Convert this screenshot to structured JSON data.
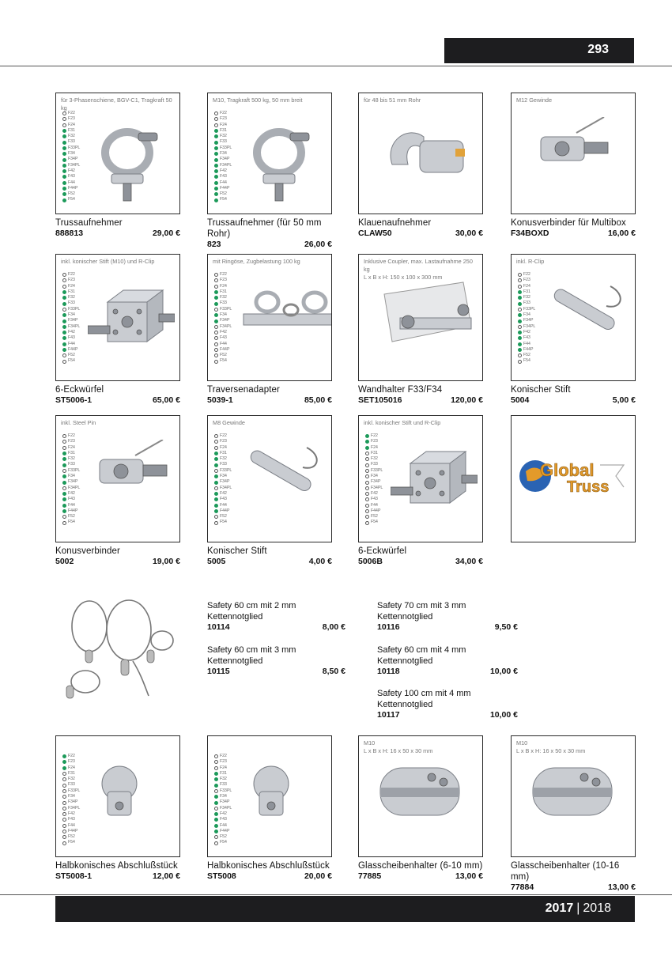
{
  "page_number": "293",
  "footer": {
    "year_primary": "2017",
    "separator": "|",
    "year_secondary": "2018"
  },
  "brand": {
    "line1": "Global",
    "line2": "Truss"
  },
  "colors": {
    "compat_dot": "#1d9a5a",
    "bar": "#1d1d1f"
  },
  "products": [
    {
      "note": "für 3-Phasenschiene, BGV-C1, Tragkraft 50 kg",
      "name": "Trussaufnehmer",
      "code": "888813",
      "price": "29,00 €",
      "compat": [
        [
          "F22",
          false
        ],
        [
          "F23",
          false
        ],
        [
          "F24",
          false
        ],
        [
          "F31",
          true
        ],
        [
          "F32",
          true
        ],
        [
          "F33",
          true
        ],
        [
          "F33PL",
          true
        ],
        [
          "F34",
          true
        ],
        [
          "F34P",
          true
        ],
        [
          "F34PL",
          true
        ],
        [
          "F42",
          true
        ],
        [
          "F43",
          true
        ],
        [
          "F44",
          true
        ],
        [
          "F44P",
          true
        ],
        [
          "F52",
          true
        ],
        [
          "F54",
          true
        ]
      ]
    },
    {
      "note": "M10, Tragkraft 500 kg, 50 mm breit",
      "name": "Trussaufnehmer (für 50 mm Rohr)",
      "code": "823",
      "price": "26,00 €",
      "compat": [
        [
          "F22",
          false
        ],
        [
          "F23",
          false
        ],
        [
          "F24",
          false
        ],
        [
          "F31",
          true
        ],
        [
          "F32",
          true
        ],
        [
          "F33",
          true
        ],
        [
          "F33PL",
          true
        ],
        [
          "F34",
          true
        ],
        [
          "F34P",
          true
        ],
        [
          "F34PL",
          true
        ],
        [
          "F42",
          true
        ],
        [
          "F43",
          true
        ],
        [
          "F44",
          true
        ],
        [
          "F44P",
          true
        ],
        [
          "F52",
          true
        ],
        [
          "F54",
          true
        ]
      ]
    },
    {
      "note": "für 48 bis 51 mm Rohr",
      "name": "Klauenaufnehmer",
      "code": "CLAW50",
      "price": "30,00 €",
      "compat": []
    },
    {
      "note": "M12 Gewinde",
      "name": "Konusverbinder für Multibox",
      "code": "F34BOXD",
      "price": "16,00 €",
      "compat": []
    },
    {
      "note": "inkl. konischer Stift (M10) und R-Clip",
      "name": "6-Eckwürfel",
      "code": "ST5006-1",
      "price": "65,00 €",
      "compat": [
        [
          "F22",
          false
        ],
        [
          "F23",
          false
        ],
        [
          "F24",
          false
        ],
        [
          "F31",
          true
        ],
        [
          "F32",
          true
        ],
        [
          "F33",
          true
        ],
        [
          "F33PL",
          false
        ],
        [
          "F34",
          true
        ],
        [
          "F34P",
          true
        ],
        [
          "F34PL",
          true
        ],
        [
          "F42",
          true
        ],
        [
          "F43",
          true
        ],
        [
          "F44",
          true
        ],
        [
          "F44P",
          true
        ],
        [
          "F52",
          false
        ],
        [
          "F54",
          false
        ]
      ]
    },
    {
      "note": "mit Ringöse, Zugbelastung 100 kg",
      "name": "Traversenadapter",
      "code": "5039-1",
      "price": "85,00 €",
      "compat": [
        [
          "F22",
          false
        ],
        [
          "F23",
          false
        ],
        [
          "F24",
          false
        ],
        [
          "F31",
          true
        ],
        [
          "F32",
          true
        ],
        [
          "F33",
          true
        ],
        [
          "F33PL",
          false
        ],
        [
          "F34",
          true
        ],
        [
          "F34P",
          true
        ],
        [
          "F34PL",
          false
        ],
        [
          "F42",
          false
        ],
        [
          "F43",
          false
        ],
        [
          "F44",
          false
        ],
        [
          "F44P",
          false
        ],
        [
          "F52",
          false
        ],
        [
          "F54",
          false
        ]
      ]
    },
    {
      "note": "Inklusive Coupler, max. Lastaufnahme 250 kg\nL x B x H: 150 x 100 x 300 mm",
      "name": "Wandhalter F33/F34",
      "code": "SET105016",
      "price": "120,00 €",
      "compat": []
    },
    {
      "note": "inkl. R-Clip",
      "name": "Konischer Stift",
      "code": "5004",
      "price": "5,00 €",
      "compat": [
        [
          "F22",
          false
        ],
        [
          "F23",
          false
        ],
        [
          "F24",
          false
        ],
        [
          "F31",
          true
        ],
        [
          "F32",
          true
        ],
        [
          "F33",
          true
        ],
        [
          "F33PL",
          false
        ],
        [
          "F34",
          true
        ],
        [
          "F34P",
          true
        ],
        [
          "F34PL",
          false
        ],
        [
          "F42",
          true
        ],
        [
          "F43",
          true
        ],
        [
          "F44",
          true
        ],
        [
          "F44P",
          true
        ],
        [
          "F52",
          false
        ],
        [
          "F54",
          false
        ]
      ]
    },
    {
      "note": "inkl. Steel Pin",
      "name": "Konusverbinder",
      "code": "5002",
      "price": "19,00 €",
      "compat": [
        [
          "F22",
          false
        ],
        [
          "F23",
          false
        ],
        [
          "F24",
          false
        ],
        [
          "F31",
          true
        ],
        [
          "F32",
          true
        ],
        [
          "F33",
          true
        ],
        [
          "F33PL",
          false
        ],
        [
          "F34",
          true
        ],
        [
          "F34P",
          true
        ],
        [
          "F34PL",
          false
        ],
        [
          "F42",
          true
        ],
        [
          "F43",
          true
        ],
        [
          "F44",
          true
        ],
        [
          "F44P",
          true
        ],
        [
          "F52",
          false
        ],
        [
          "F54",
          false
        ]
      ]
    },
    {
      "note": "M8 Gewinde",
      "name": "Konischer Stift",
      "code": "5005",
      "price": "4,00 €",
      "compat": [
        [
          "F22",
          false
        ],
        [
          "F23",
          false
        ],
        [
          "F24",
          false
        ],
        [
          "F31",
          true
        ],
        [
          "F32",
          true
        ],
        [
          "F33",
          true
        ],
        [
          "F33PL",
          false
        ],
        [
          "F34",
          true
        ],
        [
          "F34P",
          true
        ],
        [
          "F34PL",
          false
        ],
        [
          "F42",
          true
        ],
        [
          "F43",
          true
        ],
        [
          "F44",
          true
        ],
        [
          "F44P",
          true
        ],
        [
          "F52",
          false
        ],
        [
          "F54",
          false
        ]
      ]
    },
    {
      "note": "inkl. konischer  Stift und R-Clip",
      "name": "6-Eckwürfel",
      "code": "5006B",
      "price": "34,00 €",
      "compat": [
        [
          "F22",
          true
        ],
        [
          "F23",
          true
        ],
        [
          "F24",
          true
        ],
        [
          "F31",
          false
        ],
        [
          "F32",
          false
        ],
        [
          "F33",
          false
        ],
        [
          "F33PL",
          false
        ],
        [
          "F34",
          false
        ],
        [
          "F34P",
          false
        ],
        [
          "F34PL",
          false
        ],
        [
          "F42",
          false
        ],
        [
          "F43",
          false
        ],
        [
          "F44",
          false
        ],
        [
          "F44P",
          false
        ],
        [
          "F52",
          false
        ],
        [
          "F54",
          false
        ]
      ]
    },
    {
      "note": "",
      "name": "Halbkonisches Abschlußstück",
      "code": "ST5008-1",
      "price": "12,00 €",
      "compat": [
        [
          "F22",
          true
        ],
        [
          "F23",
          true
        ],
        [
          "F24",
          true
        ],
        [
          "F31",
          false
        ],
        [
          "F32",
          false
        ],
        [
          "F33",
          false
        ],
        [
          "F33PL",
          false
        ],
        [
          "F34",
          false
        ],
        [
          "F34P",
          false
        ],
        [
          "F34PL",
          false
        ],
        [
          "F42",
          false
        ],
        [
          "F43",
          false
        ],
        [
          "F44",
          false
        ],
        [
          "F44P",
          false
        ],
        [
          "F52",
          false
        ],
        [
          "F54",
          false
        ]
      ]
    },
    {
      "note": "",
      "name": "Halbkonisches Abschlußstück",
      "code": "ST5008",
      "price": "20,00 €",
      "compat": [
        [
          "F22",
          false
        ],
        [
          "F23",
          false
        ],
        [
          "F24",
          false
        ],
        [
          "F31",
          true
        ],
        [
          "F32",
          true
        ],
        [
          "F33",
          true
        ],
        [
          "F33PL",
          false
        ],
        [
          "F34",
          true
        ],
        [
          "F34P",
          true
        ],
        [
          "F34PL",
          false
        ],
        [
          "F42",
          true
        ],
        [
          "F43",
          true
        ],
        [
          "F44",
          true
        ],
        [
          "F44P",
          true
        ],
        [
          "F52",
          false
        ],
        [
          "F54",
          false
        ]
      ]
    },
    {
      "note": "M10\nL x B x H: 16 x 50 x 30 mm",
      "name": "Glasscheibenhalter (6-10 mm)",
      "code": "77885",
      "price": "13,00 €",
      "compat": []
    },
    {
      "note": "M10\nL x B x H: 16 x 50 x 30 mm",
      "name": "Glasscheibenhalter (10-16 mm)",
      "code": "77884",
      "price": "13,00 €",
      "compat": []
    }
  ],
  "safety": [
    {
      "name": "Safety 60 cm mit 2 mm Kettennotglied",
      "code": "10114",
      "price": "8,00 €"
    },
    {
      "name": "Safety 70 cm mit 3 mm Kettennotglied",
      "code": "10116",
      "price": "9,50 €"
    },
    {
      "name": "Safety 60 cm mit 3 mm Kettennotglied",
      "code": "10115",
      "price": "8,50 €"
    },
    {
      "name": "Safety 60 cm mit 4 mm Kettennotglied",
      "code": "10118",
      "price": "10,00 €"
    },
    {
      "name": "Safety 100 cm mit 4 mm Kettennotglied",
      "code": "10117",
      "price": "10,00 €"
    }
  ]
}
